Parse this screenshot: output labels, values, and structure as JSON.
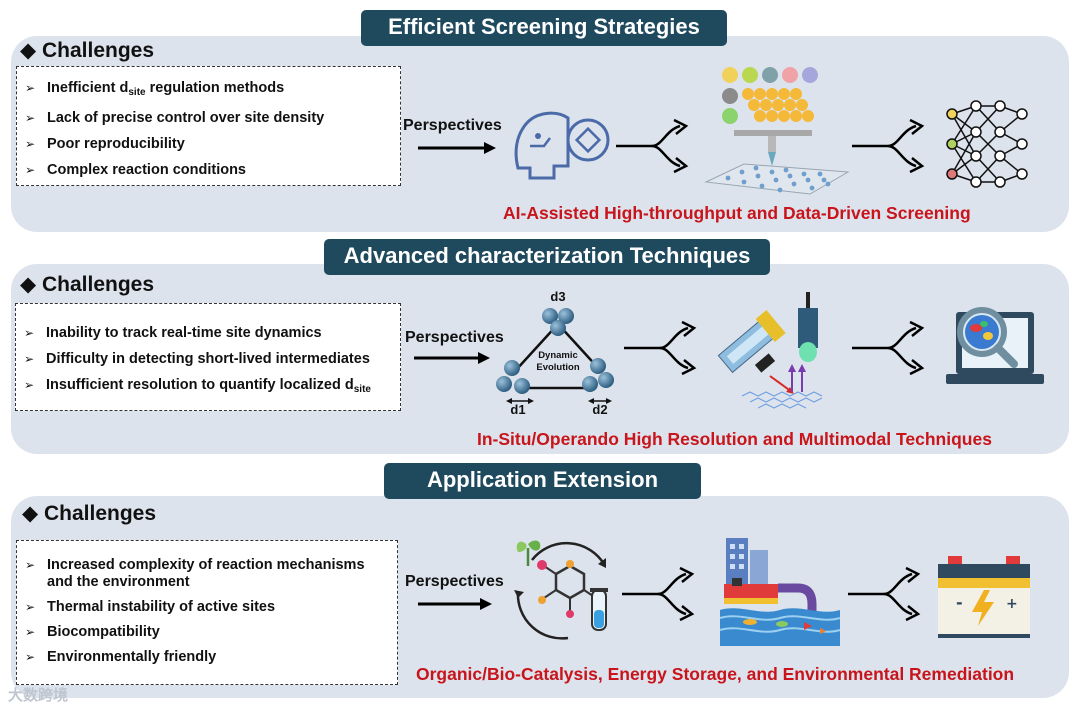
{
  "sections": [
    {
      "title": "Efficient Screening Strategies",
      "challenges_heading": "Challenges",
      "challenges": [
        {
          "main": "Inefficient d",
          "sub": "site",
          "rest": " regulation methods"
        },
        {
          "main": "Lack of precise control over site density"
        },
        {
          "main": "Poor reproducibility"
        },
        {
          "main": "Complex reaction conditions"
        }
      ],
      "perspectives_label": "Perspectives",
      "result": "AI-Assisted High-throughput and Data-Driven Screening"
    },
    {
      "title": "Advanced characterization Techniques",
      "challenges_heading": "Challenges",
      "challenges": [
        {
          "main": "Inability to track real-time site dynamics"
        },
        {
          "main": "Difficulty in detecting short-lived intermediates"
        },
        {
          "main": "Insufficient resolution to quantify localized d",
          "sub": "site"
        }
      ],
      "perspectives_label": "Perspectives",
      "diagram": {
        "top": "d3",
        "left": "d1",
        "right": "d2",
        "center_line1": "Dynamic",
        "center_line2": "Evolution"
      },
      "result": "In-Situ/Operando High Resolution and Multimodal Techniques"
    },
    {
      "title": "Application Extension",
      "challenges_heading": "Challenges",
      "challenges": [
        {
          "main": "Increased complexity of reaction mechanisms and the environment"
        },
        {
          "main": "Thermal instability of active sites"
        },
        {
          "main": "Biocompatibility"
        },
        {
          "main": "Environmentally friendly"
        }
      ],
      "perspectives_label": "Perspectives",
      "result": "Organic/Bio-Catalysis, Energy Storage, and Environmental Remediation"
    }
  ],
  "bullet_marker": "➢",
  "heading_marker": "◆",
  "watermark": "大数跨境",
  "colors": {
    "panel_bg": "#dde3ec",
    "banner_bg": "#1f4a5e",
    "result_text": "#c8141a",
    "icon_blue": "#4a6aa8",
    "molecule_blue": "#3d6f93"
  },
  "icons": [
    "ai-head-icon",
    "high-throughput-dispenser-icon",
    "neural-network-icon",
    "microscope-probe-icon",
    "laptop-analysis-icon",
    "bio-cycle-icon",
    "factory-pollution-icon",
    "battery-icon"
  ]
}
